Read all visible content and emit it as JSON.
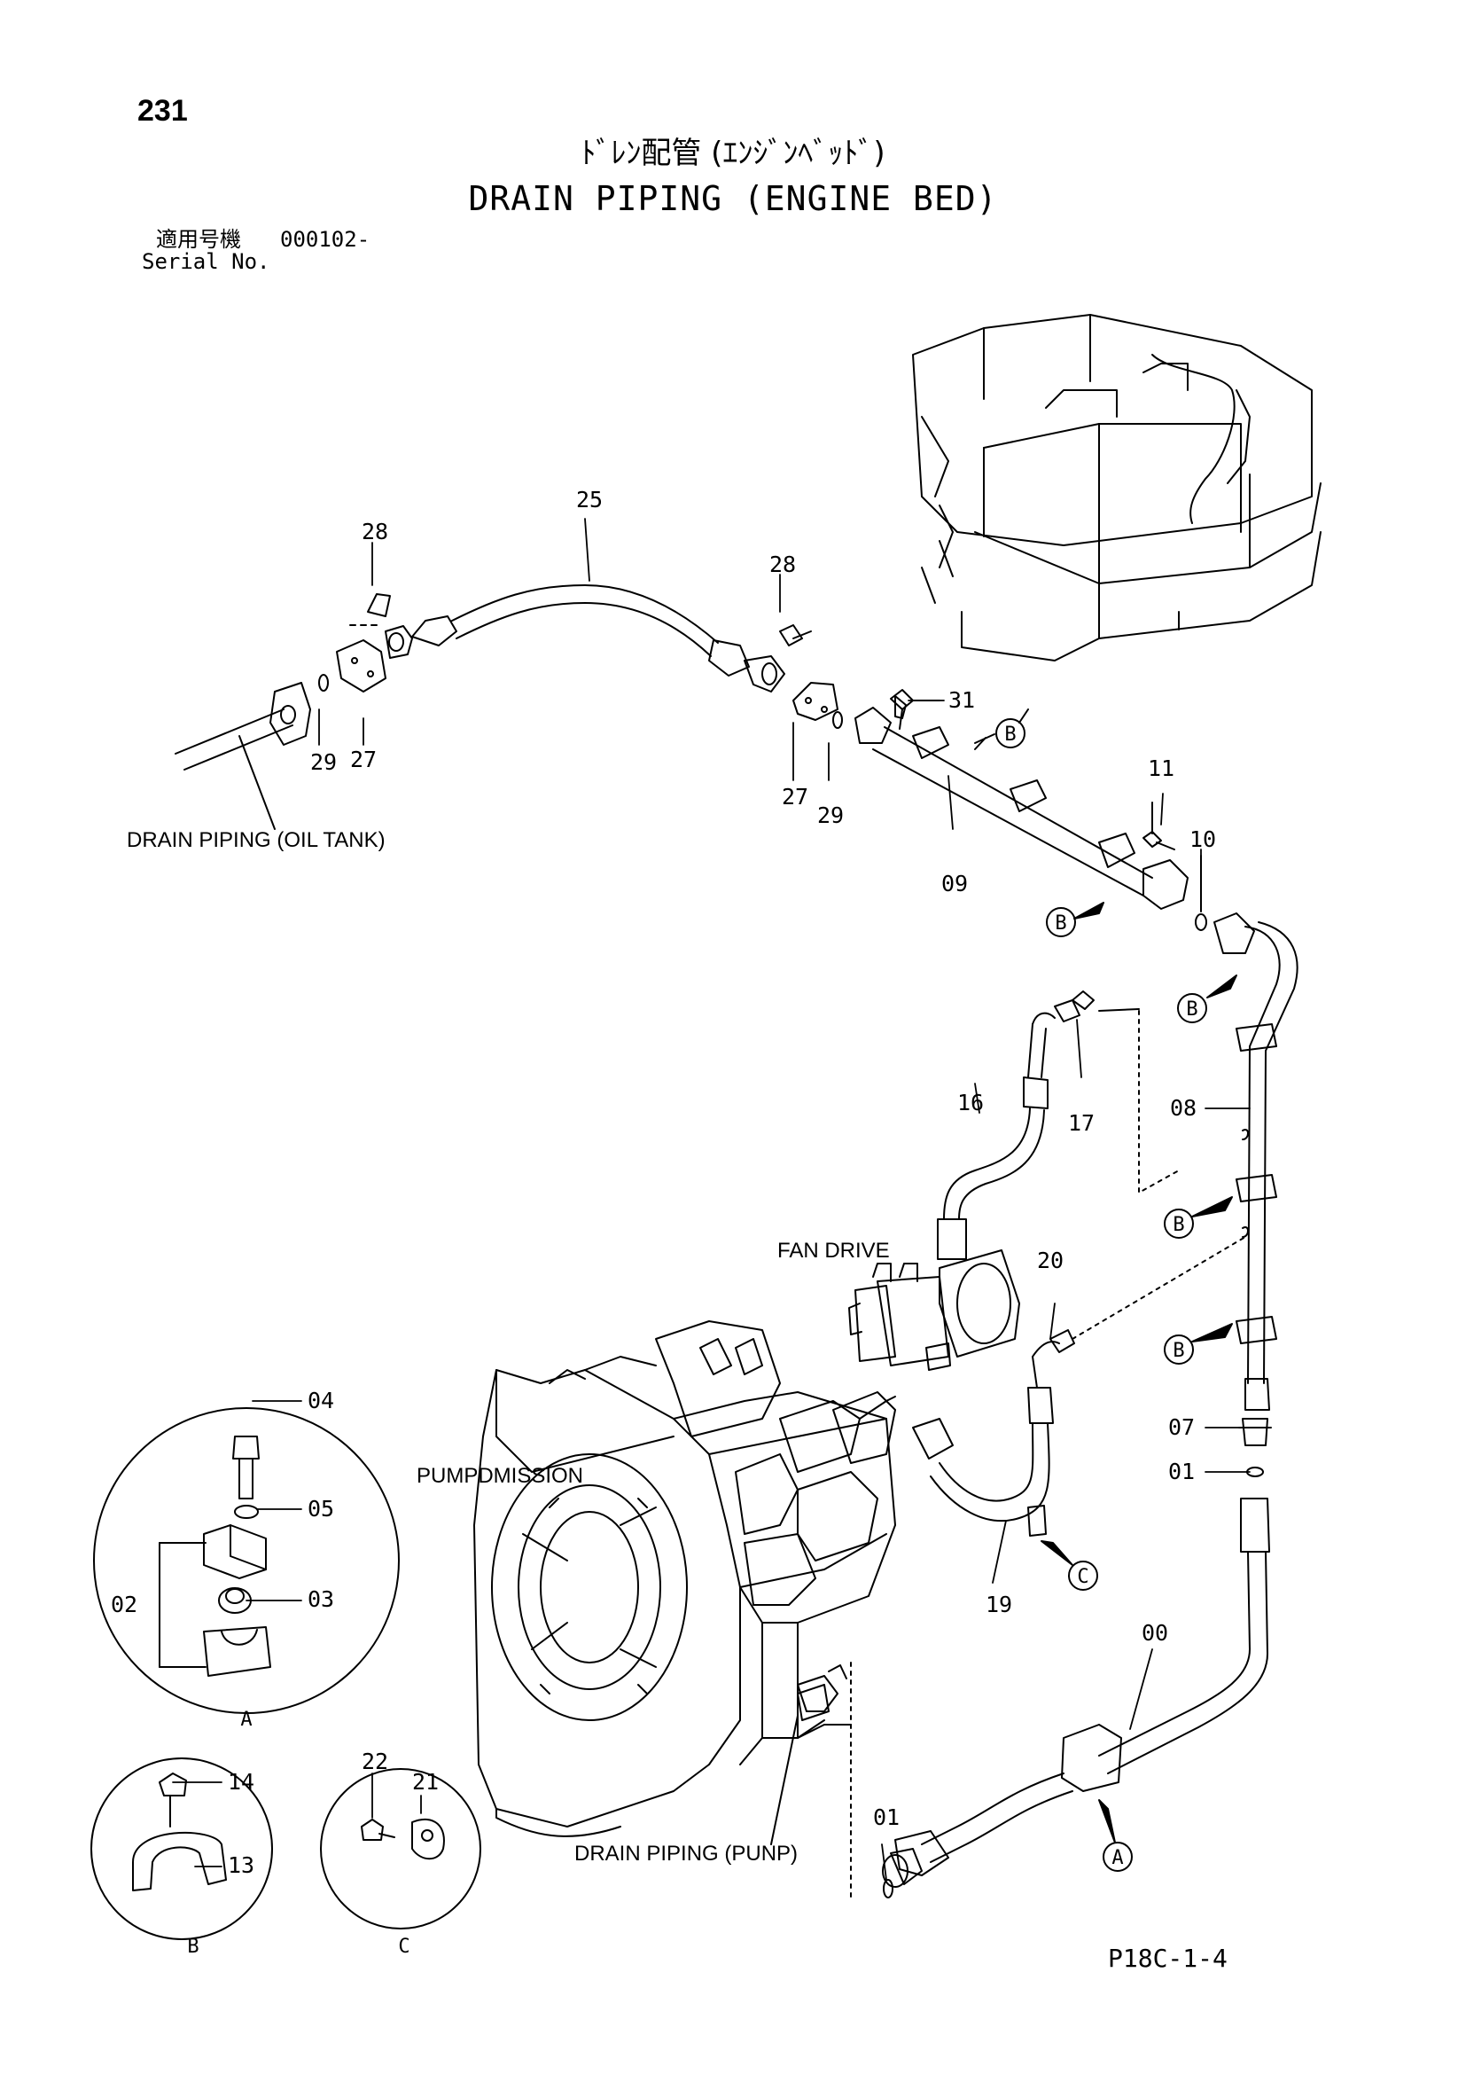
{
  "header": {
    "page_number": "231",
    "title_jp": "ﾄﾞﾚﾝ配管 (ｴﾝｼﾞﾝﾍﾞｯﾄﾞ)",
    "title_en": "DRAIN PIPING (ENGINE BED)",
    "serial_label_jp": "適用号機",
    "serial_value": "000102-",
    "serial_label_en": "Serial No."
  },
  "footer": {
    "figure_code": "P18C-1-4"
  },
  "captions": {
    "drain_oil_tank": "DRAIN PIPING (OIL TANK)",
    "fan_drive": "FAN DRIVE",
    "pump_mission": "PUMPDMISSION",
    "drain_pump": "DRAIN PIPING (PUNP)"
  },
  "parts": {
    "p00": "00",
    "p01": "01",
    "p02": "02",
    "p03": "03",
    "p04": "04",
    "p05": "05",
    "p07": "07",
    "p08": "08",
    "p09": "09",
    "p10": "10",
    "p11": "11",
    "p13": "13",
    "p14": "14",
    "p16": "16",
    "p17": "17",
    "p19": "19",
    "p20": "20",
    "p21": "21",
    "p22": "22",
    "p25": "25",
    "p27": "27",
    "p28": "28",
    "p29": "29",
    "p31": "31"
  },
  "callouts": {
    "a": "A",
    "b": "B",
    "c": "C"
  }
}
